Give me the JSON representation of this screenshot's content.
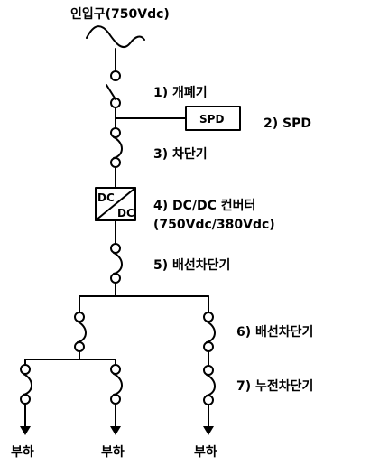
{
  "labels": {
    "input": "인입구(750Vdc)",
    "switch": "1) 개폐기",
    "spd_label": "2) SPD",
    "spd_box": "SPD",
    "breaker": "3) 차단기",
    "converter": "4) DC/DC 컨버터",
    "converter_spec": "(750Vdc/380Vdc)",
    "converter_box_top": "DC",
    "converter_box_bottom": "DC",
    "feeder_breaker": "5) 배선차단기",
    "feeder_breaker_branch": "6) 배선차단기",
    "earth_leakage_breaker": "7) 누전차단기",
    "load": "부하"
  }
}
